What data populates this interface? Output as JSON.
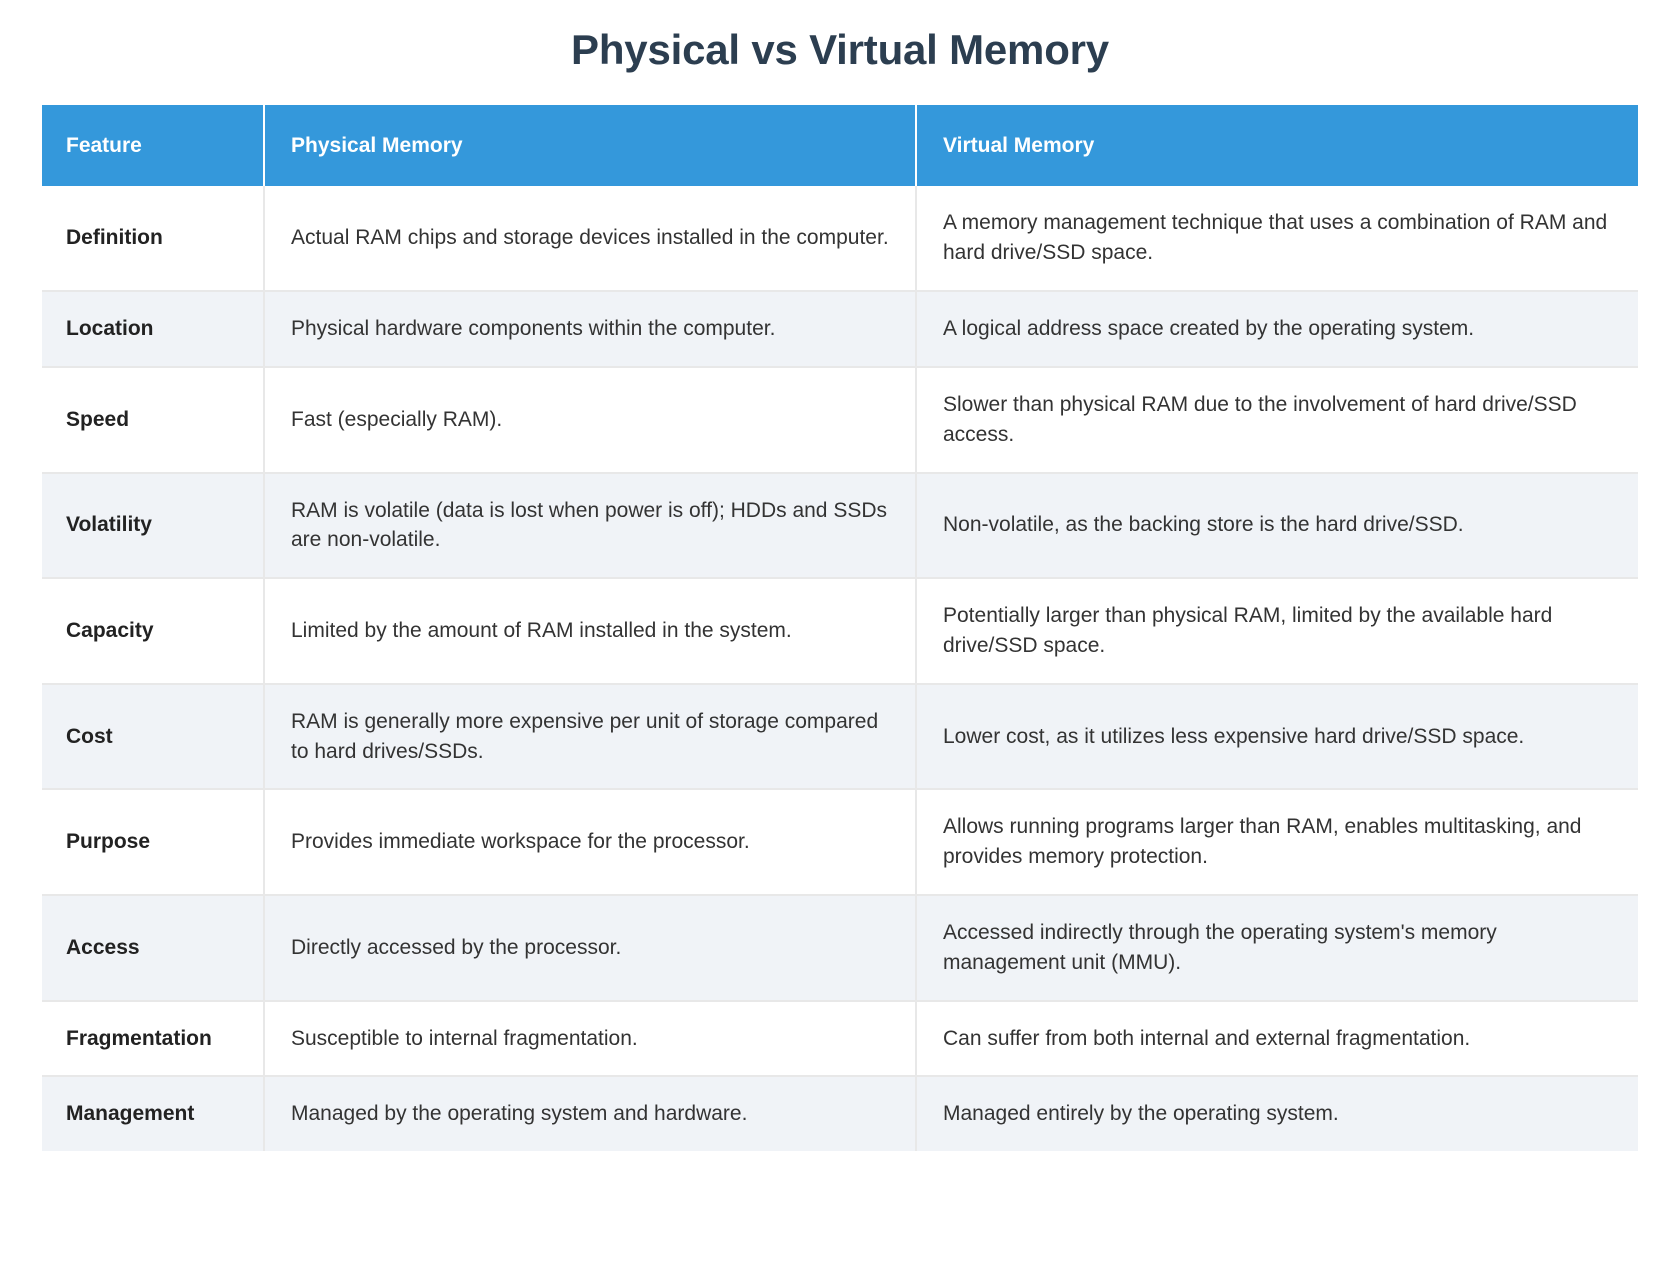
{
  "header": {
    "title": "Physical vs Virtual Memory"
  },
  "colors": {
    "header_blue": "#3498db",
    "title_navy": "#2c3e50",
    "zebra_row": "#f0f3f7",
    "border_gray": "#e8e8e8",
    "body_text": "#333333"
  },
  "table": {
    "columns": [
      {
        "key": "feature",
        "label": "Feature"
      },
      {
        "key": "physical",
        "label": "Physical Memory"
      },
      {
        "key": "virtual",
        "label": "Virtual Memory"
      }
    ],
    "rows": [
      {
        "feature": "Definition",
        "physical": "Actual RAM chips and storage devices installed in the computer.",
        "virtual": "A memory management technique that uses a combination of RAM and hard drive/SSD space."
      },
      {
        "feature": "Location",
        "physical": "Physical hardware components within the computer.",
        "virtual": "A logical address space created by the operating system."
      },
      {
        "feature": "Speed",
        "physical": "Fast (especially RAM).",
        "virtual": "Slower than physical RAM due to the involvement of hard drive/SSD access."
      },
      {
        "feature": "Volatility",
        "physical": "RAM is volatile (data is lost when power is off); HDDs and SSDs are non-volatile.",
        "virtual": "Non-volatile, as the backing store is the hard drive/SSD."
      },
      {
        "feature": "Capacity",
        "physical": "Limited by the amount of RAM installed in the system.",
        "virtual": "Potentially larger than physical RAM, limited by the available hard drive/SSD space."
      },
      {
        "feature": "Cost",
        "physical": "RAM is generally more expensive per unit of storage compared to hard drives/SSDs.",
        "virtual": "Lower cost, as it utilizes less expensive hard drive/SSD space."
      },
      {
        "feature": "Purpose",
        "physical": "Provides immediate workspace for the processor.",
        "virtual": "Allows running programs larger than RAM, enables multitasking, and provides memory protection."
      },
      {
        "feature": "Access",
        "physical": "Directly accessed by the processor.",
        "virtual": "Accessed indirectly through the operating system's memory management unit (MMU)."
      },
      {
        "feature": "Fragmentation",
        "physical": "Susceptible to internal fragmentation.",
        "virtual": "Can suffer from both internal and external fragmentation."
      },
      {
        "feature": "Management",
        "physical": "Managed by the operating system and hardware.",
        "virtual": "Managed entirely by the operating system."
      }
    ]
  }
}
